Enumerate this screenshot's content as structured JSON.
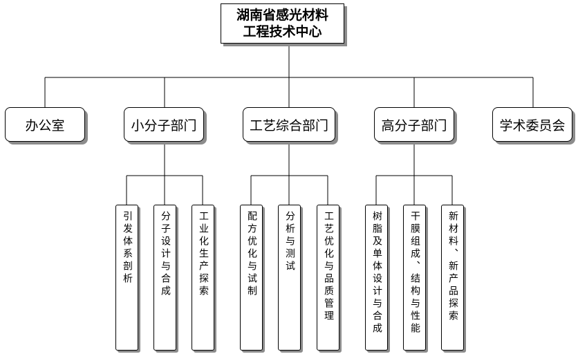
{
  "root": {
    "line1": "湖南省感光材料",
    "line2": "工程技术中心"
  },
  "departments": [
    {
      "label": "办公室"
    },
    {
      "label": "小分子部门",
      "children": [
        "引发体系剖析",
        "分子设计与合成",
        "工业化生产探索"
      ]
    },
    {
      "label": "工艺综合部门",
      "children": [
        "配方优化与试制",
        "分析与测试",
        "工艺优化与品质管理"
      ]
    },
    {
      "label": "高分子部门",
      "children": [
        "树脂及单体设计与合成",
        "干膜组成、结构与性能",
        "新材料、新产品探索"
      ]
    },
    {
      "label": "学术委员会"
    }
  ]
}
